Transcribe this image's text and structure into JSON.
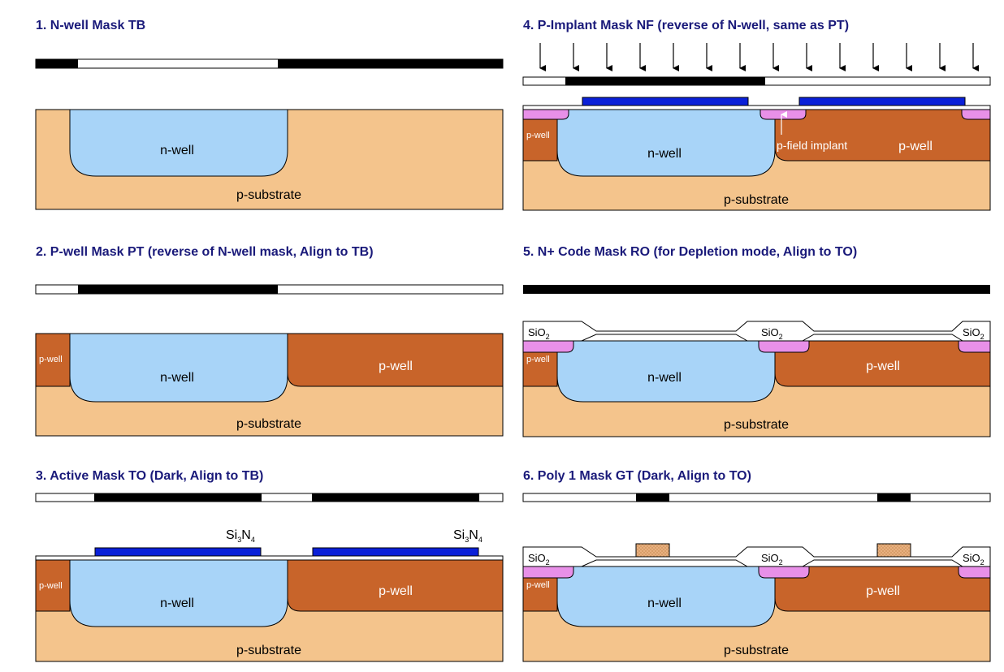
{
  "panels": [
    {
      "title": "1. N-well Mask TB"
    },
    {
      "title": "2. P-well Mask PT (reverse of N-well mask, Align to TB)"
    },
    {
      "title": "3. Active Mask TO (Dark, Align to TB)"
    },
    {
      "title": "4. P-Implant Mask NF (reverse of N-well, same as PT)"
    },
    {
      "title": "5. N+ Code Mask RO (for Depletion mode, Align to TO)"
    },
    {
      "title": "6. Poly 1 Mask GT (Dark, Align to TO)"
    }
  ],
  "labels": {
    "n_well": "n-well",
    "p_substrate": "p-substrate",
    "p_well": "p-well",
    "p_field_implant": "p-field implant",
    "si3n4": "Si3N4",
    "sio2": "SiO2"
  },
  "colors": {
    "substrate": "#f4c48c",
    "n_well": "#a8d4f8",
    "p_well": "#c8642a",
    "nitride": "#0a20d8",
    "implant": "#e890e8",
    "poly": "#e8b080",
    "title": "#1a1a7a"
  }
}
